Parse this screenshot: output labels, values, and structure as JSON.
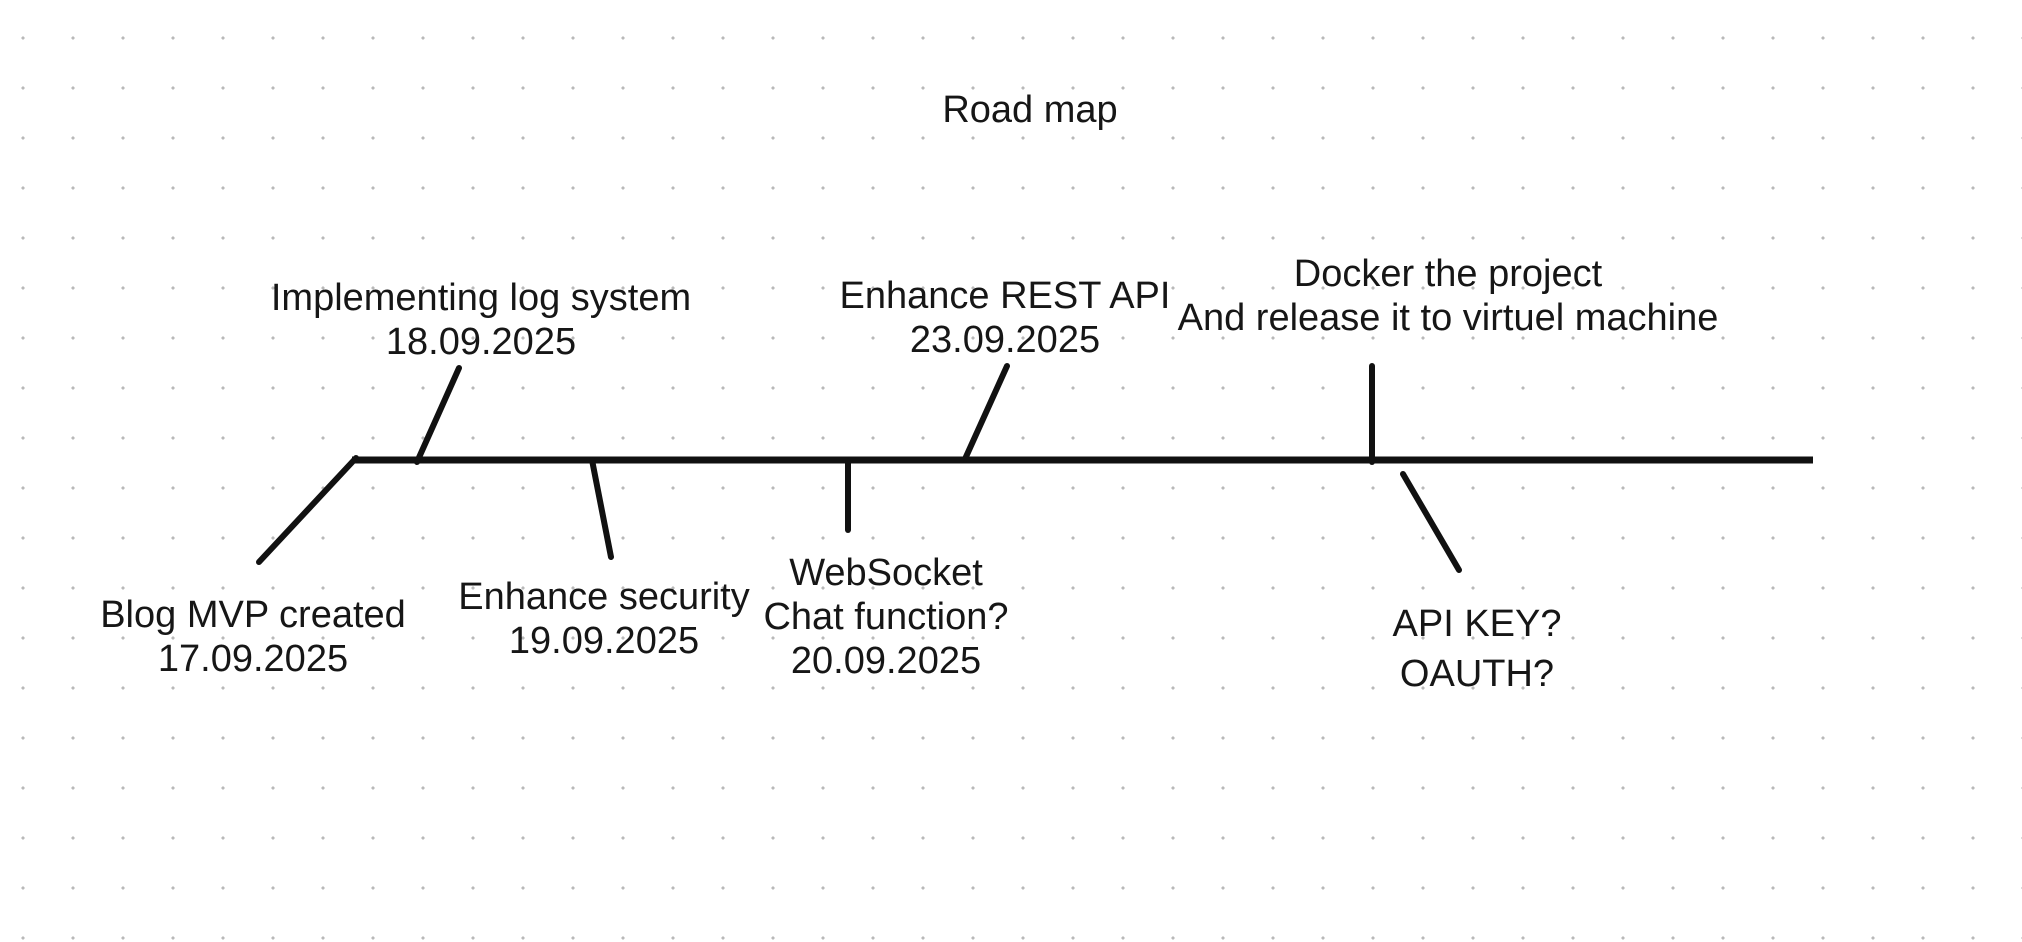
{
  "title": "Road map",
  "canvas": {
    "background_color": "#ffffff",
    "dot_color": "#b9b9b9",
    "stroke_color": "#111111",
    "text_color": "#161616"
  },
  "timeline": {
    "milestones": [
      {
        "id": "blog-mvp",
        "side": "below",
        "lines": [
          "Blog MVP created",
          "17.09.2025"
        ]
      },
      {
        "id": "log-system",
        "side": "above",
        "lines": [
          "Implementing log system",
          "18.09.2025"
        ]
      },
      {
        "id": "security",
        "side": "below",
        "lines": [
          "Enhance security",
          "19.09.2025"
        ]
      },
      {
        "id": "websocket",
        "side": "below",
        "lines": [
          "WebSocket",
          "Chat function?",
          "20.09.2025"
        ]
      },
      {
        "id": "rest-api",
        "side": "above",
        "lines": [
          "Enhance REST API",
          "23.09.2025"
        ]
      },
      {
        "id": "docker",
        "side": "above",
        "lines": [
          "Docker the project",
          "And release it to virtuel machine"
        ]
      },
      {
        "id": "api-auth",
        "side": "below",
        "lines": [
          "API KEY?",
          "OAUTH?"
        ]
      }
    ]
  }
}
